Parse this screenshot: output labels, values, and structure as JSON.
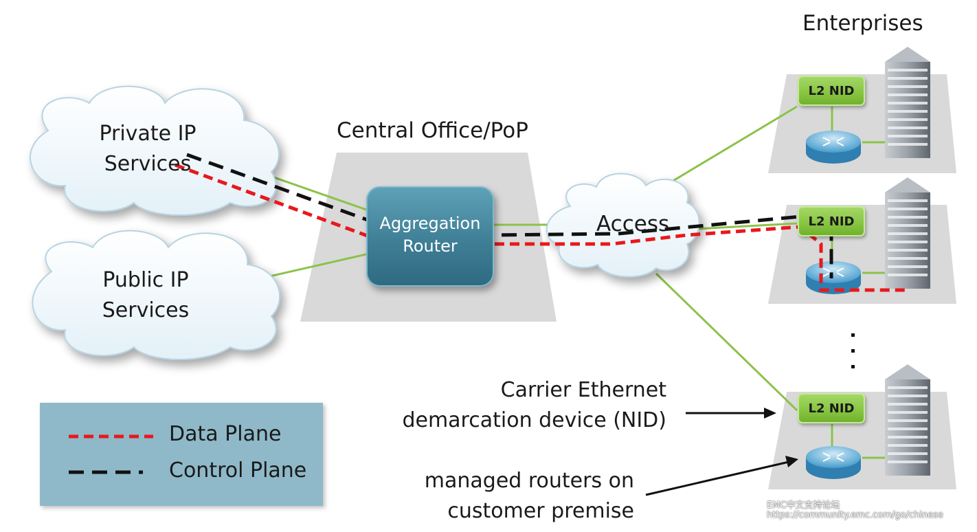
{
  "labels": {
    "enterprises": "Enterprises",
    "central_office": "Central Office/PoP",
    "private_ip_1": "Private IP",
    "private_ip_2": "Services",
    "public_ip_1": "Public IP",
    "public_ip_2": "Services",
    "aggregation_1": "Aggregation",
    "aggregation_2": "Router",
    "access": "Access",
    "nid_1": "L2 NID",
    "nid_2": "L2 NID",
    "nid_3": "L2 NID",
    "carrier_1": "Carrier Ethernet",
    "carrier_2": "demarcation device (NID)",
    "managed_1": "managed routers on",
    "managed_2": "customer premise",
    "ellipsis": "."
  },
  "legend": {
    "data_plane": "Data Plane",
    "control_plane": "Control Plane"
  },
  "watermark": {
    "line1": "EMC中文支持论坛",
    "line2": "https://community.emc.com/go/chinese"
  },
  "colors": {
    "data_plane": "#e8181c",
    "control_plane": "#111111",
    "link": "#8cc24a",
    "legend_bg": "#8fb9c9",
    "router": "#3f7f96",
    "nid": "#86c440",
    "platform": "#d9d9d9"
  }
}
